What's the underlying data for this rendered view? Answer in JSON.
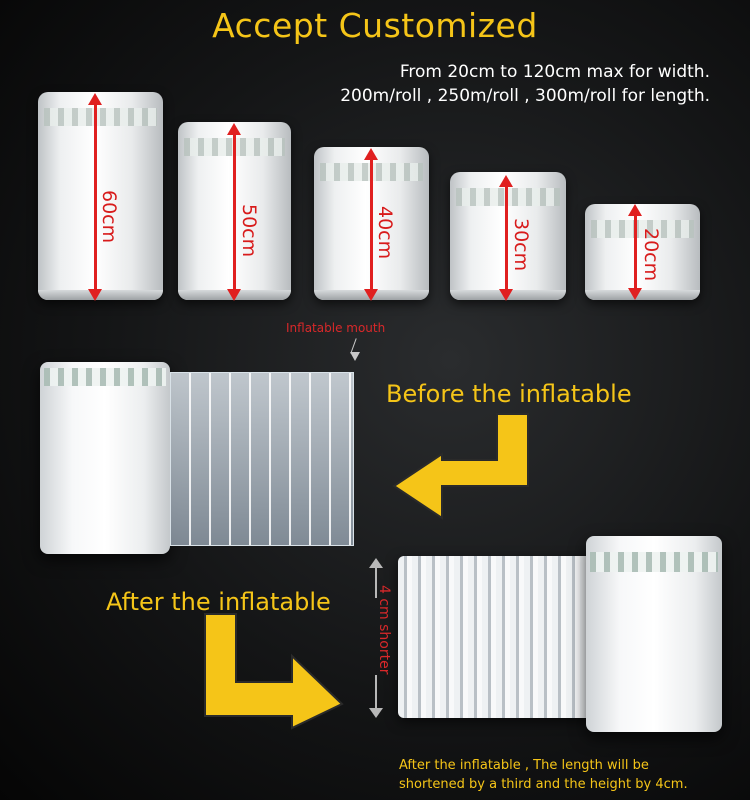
{
  "header": {
    "title": "Accept Customized",
    "line1": "From 20cm to 120cm max for width.",
    "line2": "200m/roll , 250m/roll , 300m/roll for length."
  },
  "rolls": [
    {
      "label": "60cm"
    },
    {
      "label": "50cm"
    },
    {
      "label": "40cm"
    },
    {
      "label": "30cm"
    },
    {
      "label": "20cm"
    }
  ],
  "middle": {
    "mouth_label": "Inflatable mouth",
    "before_label": "Before the inflatable",
    "after_label": "After the inflatable",
    "shorter_label": "4 cm shorter"
  },
  "note": {
    "line1": "After the inflatable , The length will be",
    "line2": "shortened by a third and the height by 4cm."
  },
  "colors": {
    "accent_yellow": "#f5c518",
    "dimension_red": "#e02020",
    "background": "#111213"
  }
}
